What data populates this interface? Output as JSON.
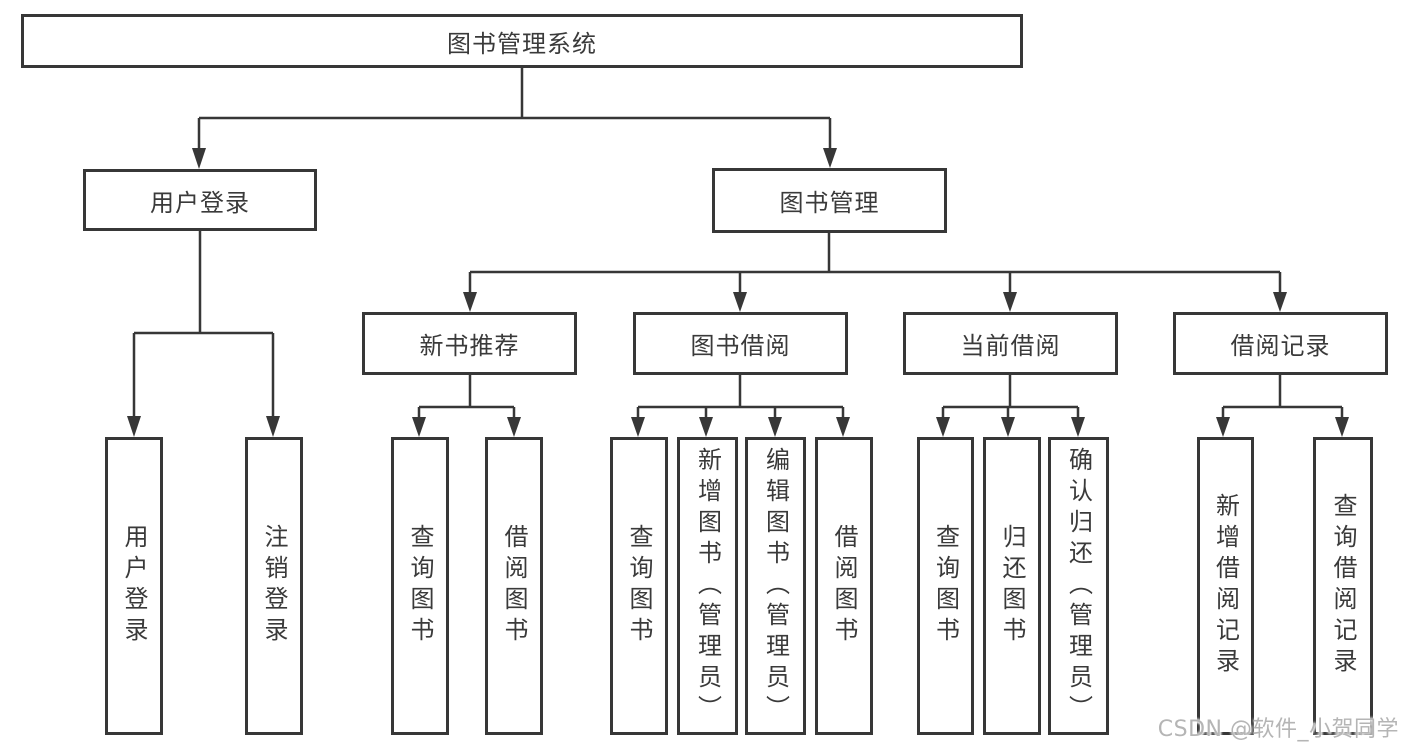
{
  "diagram": {
    "root": {
      "label": "图书管理系统"
    },
    "branches": [
      {
        "label": "用户登录",
        "children": [
          {
            "label": "用户登录"
          },
          {
            "label": "注销登录"
          }
        ]
      },
      {
        "label": "图书管理",
        "sections": [
          {
            "label": "新书推荐",
            "children": [
              {
                "label": "查询图书"
              },
              {
                "label": "借阅图书"
              }
            ]
          },
          {
            "label": "图书借阅",
            "children": [
              {
                "label": "查询图书"
              },
              {
                "label": "新增图书（管理员）"
              },
              {
                "label": "编辑图书（管理员）"
              },
              {
                "label": "借阅图书"
              }
            ]
          },
          {
            "label": "当前借阅",
            "children": [
              {
                "label": "查询图书"
              },
              {
                "label": "归还图书"
              },
              {
                "label": "确认归还（管理员）"
              }
            ]
          },
          {
            "label": "借阅记录",
            "children": [
              {
                "label": "新增借阅记录"
              },
              {
                "label": "查询借阅记录"
              }
            ]
          }
        ]
      }
    ]
  },
  "colors": {
    "line": "#373737",
    "text": "#3a3a3a",
    "watermark": "#b5b5b5",
    "background": "#ffffff"
  },
  "watermark": {
    "text": "CSDN @软件_小贺同学"
  }
}
